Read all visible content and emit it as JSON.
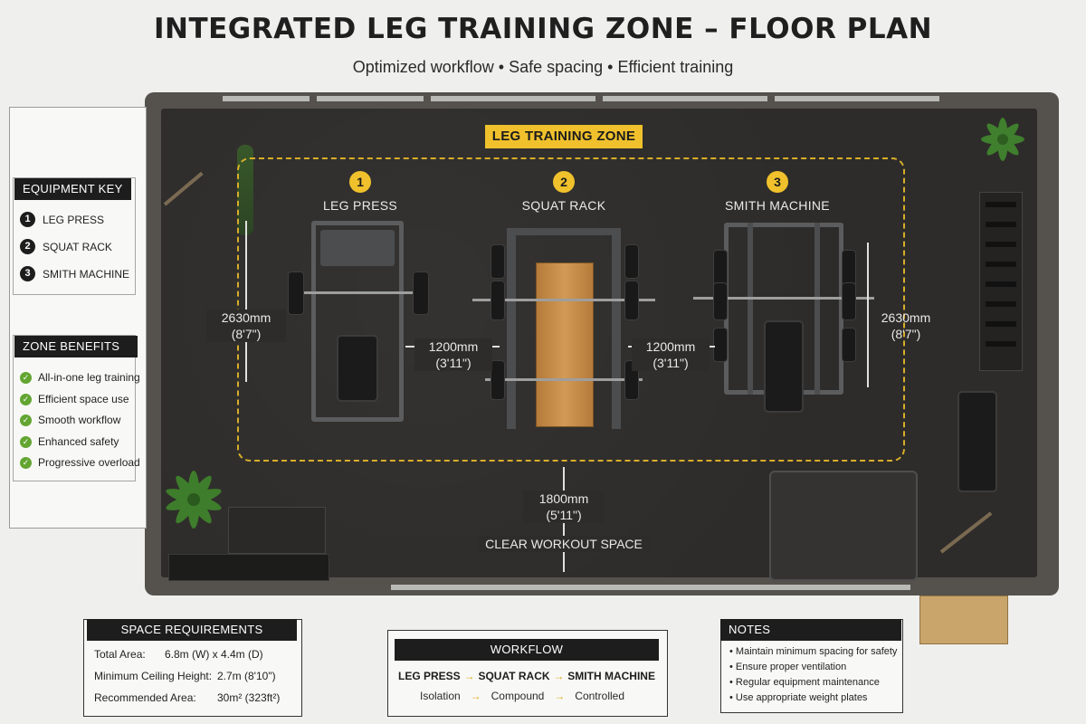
{
  "header": {
    "title": "INTEGRATED LEG TRAINING ZONE – FLOOR PLAN",
    "subtitle": "Optimized workflow • Safe spacing • Efficient training"
  },
  "equipment_key": {
    "title": "EQUIPMENT KEY",
    "items": [
      {
        "num": "1",
        "label": "LEG PRESS"
      },
      {
        "num": "2",
        "label": "SQUAT RACK"
      },
      {
        "num": "3",
        "label": "SMITH MACHINE"
      }
    ]
  },
  "zone_benefits": {
    "title": "ZONE BENEFITS",
    "items": [
      "All-in-one leg training",
      "Efficient space use",
      "Smooth workflow",
      "Enhanced safety",
      "Progressive overload"
    ]
  },
  "zone": {
    "banner": "LEG TRAINING ZONE",
    "stations": [
      {
        "num": "1",
        "label": "LEG PRESS"
      },
      {
        "num": "2",
        "label": "SQUAT RACK"
      },
      {
        "num": "3",
        "label": "SMITH MACHINE"
      }
    ],
    "dimensions": {
      "left_depth": {
        "mm": "2630mm",
        "ft": "(8'7\")"
      },
      "right_depth": {
        "mm": "2630mm",
        "ft": "(8'7\")"
      },
      "gap_1": {
        "mm": "1200mm",
        "ft": "(3'11\")"
      },
      "gap_2": {
        "mm": "1200mm",
        "ft": "(3'11\")"
      },
      "clear": {
        "mm": "1800mm",
        "ft": "(5'11\")",
        "label": "CLEAR WORKOUT SPACE"
      }
    }
  },
  "space_requirements": {
    "title": "SPACE REQUIREMENTS",
    "rows": [
      {
        "key": "Total Area:",
        "value": "6.8m (W) x 4.4m (D)"
      },
      {
        "key": "Minimum Ceiling Height:",
        "value": "2.7m (8'10\")"
      },
      {
        "key": "Recommended Area:",
        "value": "30m² (323ft²)"
      }
    ]
  },
  "workflow": {
    "title": "WORKFLOW",
    "steps": [
      "LEG PRESS",
      "SQUAT RACK",
      "SMITH MACHINE"
    ],
    "types": [
      "Isolation",
      "Compound",
      "Controlled"
    ],
    "arrow": "→",
    "arrow_color": "#e0a81a"
  },
  "notes": {
    "title": "NOTES",
    "items": [
      "• Maintain minimum spacing for safety",
      "• Ensure proper ventilation",
      "• Regular equipment maintenance",
      "• Use appropriate weight plates"
    ]
  },
  "colors": {
    "accent": "#f0c12c",
    "check": "#62a531",
    "floor": "#2e2c2a"
  }
}
